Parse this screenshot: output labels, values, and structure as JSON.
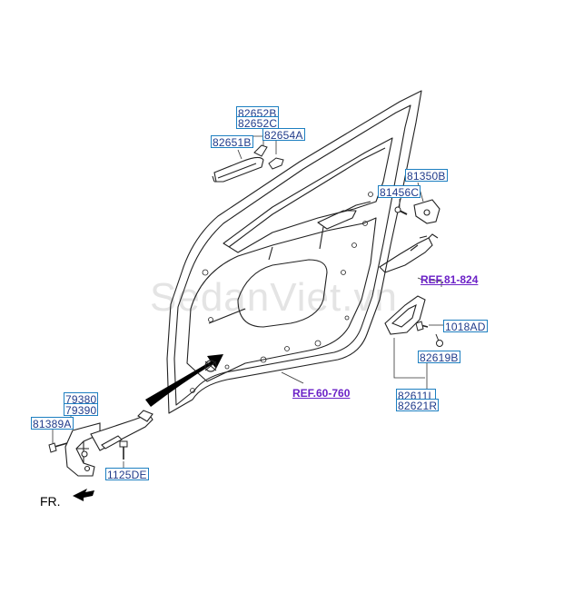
{
  "watermark": "SedanViet.vn",
  "direction_label": "FR.",
  "part_labels": {
    "p82652B": "82652B",
    "p82652C": "82652C",
    "p82651B": "82651B",
    "p82654A": "82654A",
    "p81350B": "81350B",
    "p81456C": "81456C",
    "p1018AD": "1018AD",
    "p82619B": "82619B",
    "p82611L": "82611L",
    "p82621R": "82621R",
    "p79380": "79380",
    "p79390": "79390",
    "p81389A": "81389A",
    "p1125DE": "1125DE"
  },
  "references": {
    "ref_81_824": "REF.81-824",
    "ref_60_760": "REF.60-760"
  },
  "colors": {
    "label_border": "#1d7fc1",
    "label_text": "#1f3a8a",
    "reference_text": "#6b21c7"
  }
}
